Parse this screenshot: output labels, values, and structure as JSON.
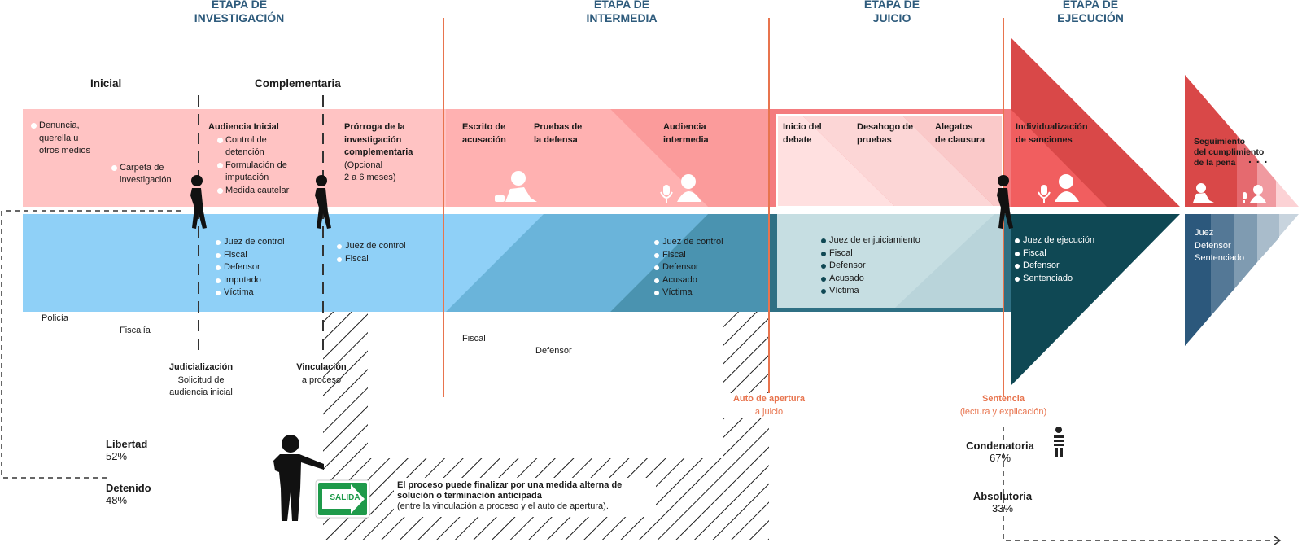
{
  "stages": [
    {
      "line1": "ETAPA DE",
      "line2": "INVESTIGACIÓN"
    },
    {
      "line1": "ETAPA DE",
      "line2": "INTERMEDIA"
    },
    {
      "line1": "ETAPA DE",
      "line2": "JUICIO"
    },
    {
      "line1": "ETAPA DE",
      "line2": "EJECUCIÓN"
    }
  ],
  "sub_stages": {
    "inicial": "Inicial",
    "complementaria": "Complementaria"
  },
  "top_row": {
    "denuncia": [
      "Denuncia,",
      "querella u",
      "otros medios"
    ],
    "carpeta": [
      "Carpeta de",
      "investigación"
    ],
    "audiencia_inicial": {
      "title": "Audiencia Inicial",
      "items": [
        "Control de",
        "detención",
        "Formulación de",
        "imputación",
        "Medida cautelar"
      ]
    },
    "prorroga": {
      "title": [
        "Prórroga de la",
        "investigación",
        "complementaria"
      ],
      "note": [
        "(Opcional",
        "2 a 6 meses)"
      ]
    },
    "escrito": [
      "Escrito de",
      "acusación"
    ],
    "pruebas": [
      "Pruebas de",
      "la defensa"
    ],
    "audiencia_intermedia": [
      "Audiencia",
      "intermedia"
    ],
    "inicio_debate": [
      "Inicio del",
      "debate"
    ],
    "desahogo": [
      "Desahogo de",
      "pruebas"
    ],
    "alegatos": [
      "Alegatos",
      "de clausura"
    ],
    "individualizacion": [
      "Individualización",
      "de sanciones"
    ],
    "seguimiento": [
      "Seguimiento",
      "del cumplimiento",
      "de la pena"
    ],
    "ellipsis": ". . ."
  },
  "bottom_row": {
    "policia": "Policía",
    "fiscalia": "Fiscalía",
    "audiencia_inicial_actors": [
      "Juez de control",
      "Fiscal",
      "Defensor",
      "Imputado",
      "Víctima"
    ],
    "complementaria_actors": [
      "Juez de control",
      "Fiscal"
    ],
    "fiscal": "Fiscal",
    "defensor": "Defensor",
    "intermedia_actors": [
      "Juez de control",
      "Fiscal",
      "Defensor",
      "Acusado",
      "Víctima"
    ],
    "juicio_actors": [
      "Juez de enjuiciamiento",
      "Fiscal",
      "Defensor",
      "Acusado",
      "Víctima"
    ],
    "ejecucion_actors": [
      "Juez de ejecución",
      "Fiscal",
      "Defensor",
      "Sentenciado"
    ],
    "ejecucion_end": [
      "Juez",
      "Defensor",
      "Sentenciado"
    ]
  },
  "milestones": {
    "judicializacion": {
      "title": "Judicialización",
      "lines": [
        "Solicitud de",
        "audiencia inicial"
      ]
    },
    "vinculacion": {
      "title": "Vinculación",
      "lines": [
        "a proceso"
      ]
    },
    "auto_apertura": {
      "title": "Auto de apertura",
      "lines": [
        "a juicio"
      ]
    },
    "sentencia": {
      "title": "Sentencia",
      "lines": [
        "(lectura y explicación)"
      ]
    }
  },
  "outcomes": {
    "libertad": {
      "label": "Libertad",
      "pct": "52%"
    },
    "detenido": {
      "label": "Detenido",
      "pct": "48%"
    },
    "condenatoria": {
      "label": "Condenatoria",
      "pct": "67%"
    },
    "absolutoria": {
      "label": "Absolutoria",
      "pct": "33%"
    }
  },
  "exit": {
    "sign": "SALIDA",
    "text_bold": [
      "El proceso puede finalizar por una medida alterna de",
      "solución o terminación anticipada"
    ],
    "text_note": "(entre la vinculación a proceso y el auto de apertura)."
  },
  "colors": {
    "stage_title": "#2e5b7c",
    "pink_band": "#ffc3c3",
    "blue_band": "#8fd0f7",
    "red_arrow": "#d94848",
    "teal_arrow": "#0f4854",
    "timeline": "#e8744e",
    "exit_sign": "#1e9a4a"
  },
  "icons": [
    "person-standing-icon",
    "microphone-icon",
    "user-icon",
    "writing-person-icon",
    "prisoner-icon",
    "exit-sign-icon"
  ]
}
